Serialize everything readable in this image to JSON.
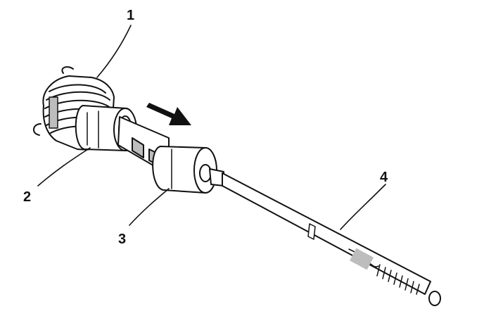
{
  "callouts": [
    {
      "id": "1",
      "label": "1"
    },
    {
      "id": "2",
      "label": "2"
    },
    {
      "id": "3",
      "label": "3"
    },
    {
      "id": "4",
      "label": "4"
    }
  ],
  "colors": {
    "ink": "#111111",
    "paper": "#ffffff",
    "shade": "#bdbdbd"
  },
  "icons": {
    "direction": "arrow-icon"
  }
}
